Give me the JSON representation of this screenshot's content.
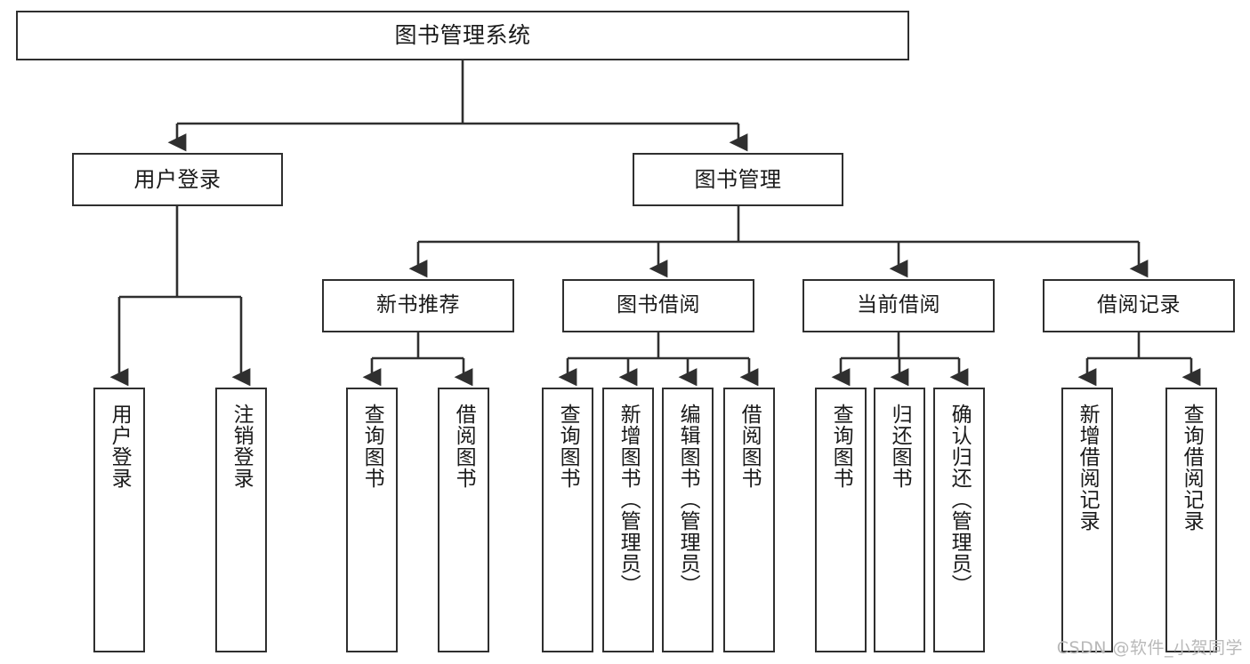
{
  "diagram": {
    "title": "图书管理系统",
    "type": "tree-hierarchy",
    "colors": {
      "box_border": "#2f2f2f",
      "box_fill": "#ffffff",
      "connector": "#2f2f2f",
      "text": "#1a1a1a",
      "watermark": "#b9b9b9"
    },
    "root": {
      "label": "图书管理系统"
    },
    "level2": [
      {
        "label": "用户登录"
      },
      {
        "label": "图书管理"
      }
    ],
    "level3": [
      {
        "label": "新书推荐"
      },
      {
        "label": "图书借阅"
      },
      {
        "label": "当前借阅"
      },
      {
        "label": "借阅记录"
      }
    ],
    "leaves": {
      "user_login": [
        {
          "label": "用户登录"
        },
        {
          "label": "注销登录"
        }
      ],
      "new_book_recommend": [
        {
          "label": "查询图书"
        },
        {
          "label": "借阅图书"
        }
      ],
      "book_borrow": [
        {
          "label": "查询图书"
        },
        {
          "label": "新增图书（管理员）"
        },
        {
          "label": "编辑图书（管理员）"
        },
        {
          "label": "借阅图书"
        }
      ],
      "current_borrow": [
        {
          "label": "查询图书"
        },
        {
          "label": "归还图书"
        },
        {
          "label": "确认归还（管理员）"
        }
      ],
      "borrow_record": [
        {
          "label": "新增借阅记录"
        },
        {
          "label": "查询借阅记录"
        }
      ]
    }
  },
  "watermark": {
    "text": "CSDN @软件_小贺同学"
  }
}
